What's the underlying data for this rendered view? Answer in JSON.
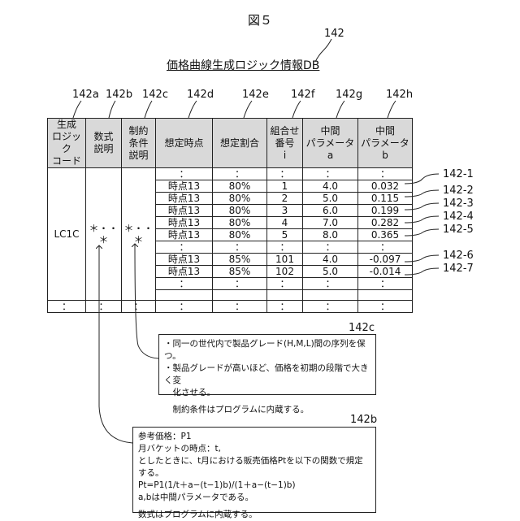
{
  "figure_title": "図５",
  "db": {
    "ref": "142",
    "title": "価格曲線生成ロジック情報DB"
  },
  "col_refs": [
    "142a",
    "142b",
    "142c",
    "142d",
    "142e",
    "142f",
    "142g",
    "142h"
  ],
  "headers": [
    "生成\nロジック\nコード",
    "数式\n説明",
    "制約\n条件\n説明",
    "想定時点",
    "想定割合",
    "組合せ\n番号\ni",
    "中間\nパラメータ\na",
    "中間\nパラメータ\nb"
  ],
  "row_refs": [
    "142-1",
    "142-2",
    "142-3",
    "142-4",
    "142-5",
    "142-6",
    "142-7"
  ],
  "code": "LC1C",
  "formula_desc": "＊・・＊",
  "constraint_desc": "＊・・＊",
  "dots": "：",
  "rows": [
    {
      "time": "時点13",
      "ratio": "80%",
      "i": "1",
      "a": "4.0",
      "b": "0.032"
    },
    {
      "time": "時点13",
      "ratio": "80%",
      "i": "2",
      "a": "5.0",
      "b": "0.115"
    },
    {
      "time": "時点13",
      "ratio": "80%",
      "i": "3",
      "a": "6.0",
      "b": "0.199"
    },
    {
      "time": "時点13",
      "ratio": "80%",
      "i": "4",
      "a": "7.0",
      "b": "0.282"
    },
    {
      "time": "時点13",
      "ratio": "80%",
      "i": "5",
      "a": "8.0",
      "b": "0.365"
    },
    {
      "time": "時点13",
      "ratio": "85%",
      "i": "101",
      "a": "4.0",
      "b": "-0.097"
    },
    {
      "time": "時点13",
      "ratio": "85%",
      "i": "102",
      "a": "5.0",
      "b": "-0.014"
    }
  ],
  "note_c": {
    "ref": "142c",
    "lines": [
      "・同一の世代内で製品グレード(H,M,L)間の序列を保つ。",
      "・製品グレードが高いほど、価格を初期の段階で大きく変",
      "　化させる。",
      "",
      "　制約条件はプログラムに内蔵する。"
    ]
  },
  "note_b": {
    "ref": "142b",
    "lines": [
      "参考価格：P1",
      "月バケットの時点：t,",
      "としたときに、t月における販売価格Ptを以下の関数で規定する。",
      "Pt=P1(1/t＋a−(t−1)b)/(1＋a−(t−1)b)",
      "a,bは中間パラメータである。",
      "",
      "数式はプログラムに内蔵する。"
    ]
  }
}
